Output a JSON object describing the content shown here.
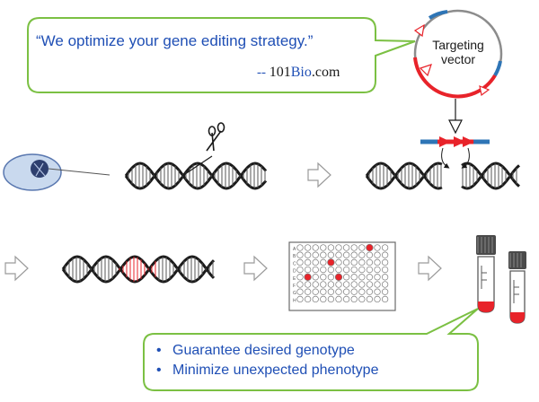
{
  "quote": "“We optimize your gene editing strategy.”",
  "attribution": {
    "prefix": "-- ",
    "site_number": "101",
    "site_bold": "Bio",
    "site_suffix": ".com"
  },
  "vector": {
    "label_line1": "Targeting",
    "label_line2": "vector"
  },
  "benefits": [
    "Guarantee desired genotype",
    "Minimize unexpected phenotype"
  ],
  "plate": {
    "row_labels": [
      "A",
      "B",
      "C",
      "D",
      "E",
      "F",
      "G",
      "H"
    ],
    "rows": 8,
    "cols": 12,
    "highlighted_wells": [
      [
        0,
        9
      ],
      [
        2,
        4
      ],
      [
        4,
        1
      ],
      [
        4,
        5
      ]
    ]
  },
  "colors": {
    "callout_border": "#7bc043",
    "text_blue": "#1f4fb5",
    "edit_red": "#e8232a",
    "homology_blue": "#2e75b6",
    "dna_black": "#1a1a1a"
  },
  "icons": [
    "scissors-icon",
    "cell-icon",
    "workflow-arrow-icon",
    "tube-icon"
  ]
}
